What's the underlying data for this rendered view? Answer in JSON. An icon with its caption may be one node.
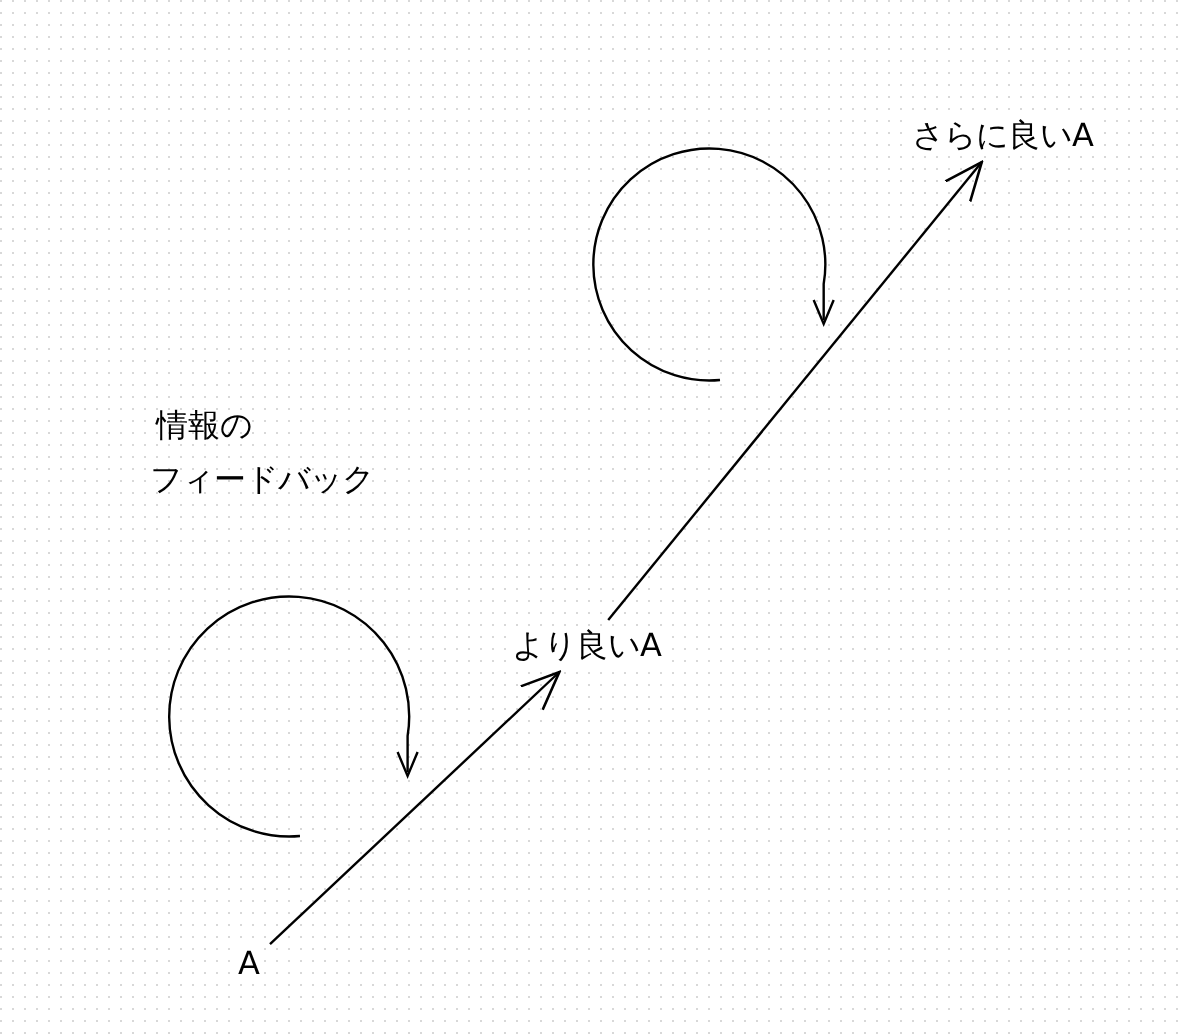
{
  "diagram": {
    "nodes": [
      {
        "text": [
          "A"
        ]
      },
      {
        "text": [
          "より良いA"
        ]
      },
      {
        "text": [
          "さらに良いA"
        ]
      }
    ],
    "edges": [
      {
        "from": 0,
        "to": 1,
        "arrow": "to"
      },
      {
        "from": 1,
        "to": 2,
        "arrow": "to"
      }
    ],
    "labels": [
      "情報の",
      "フィードバック"
    ]
  }
}
